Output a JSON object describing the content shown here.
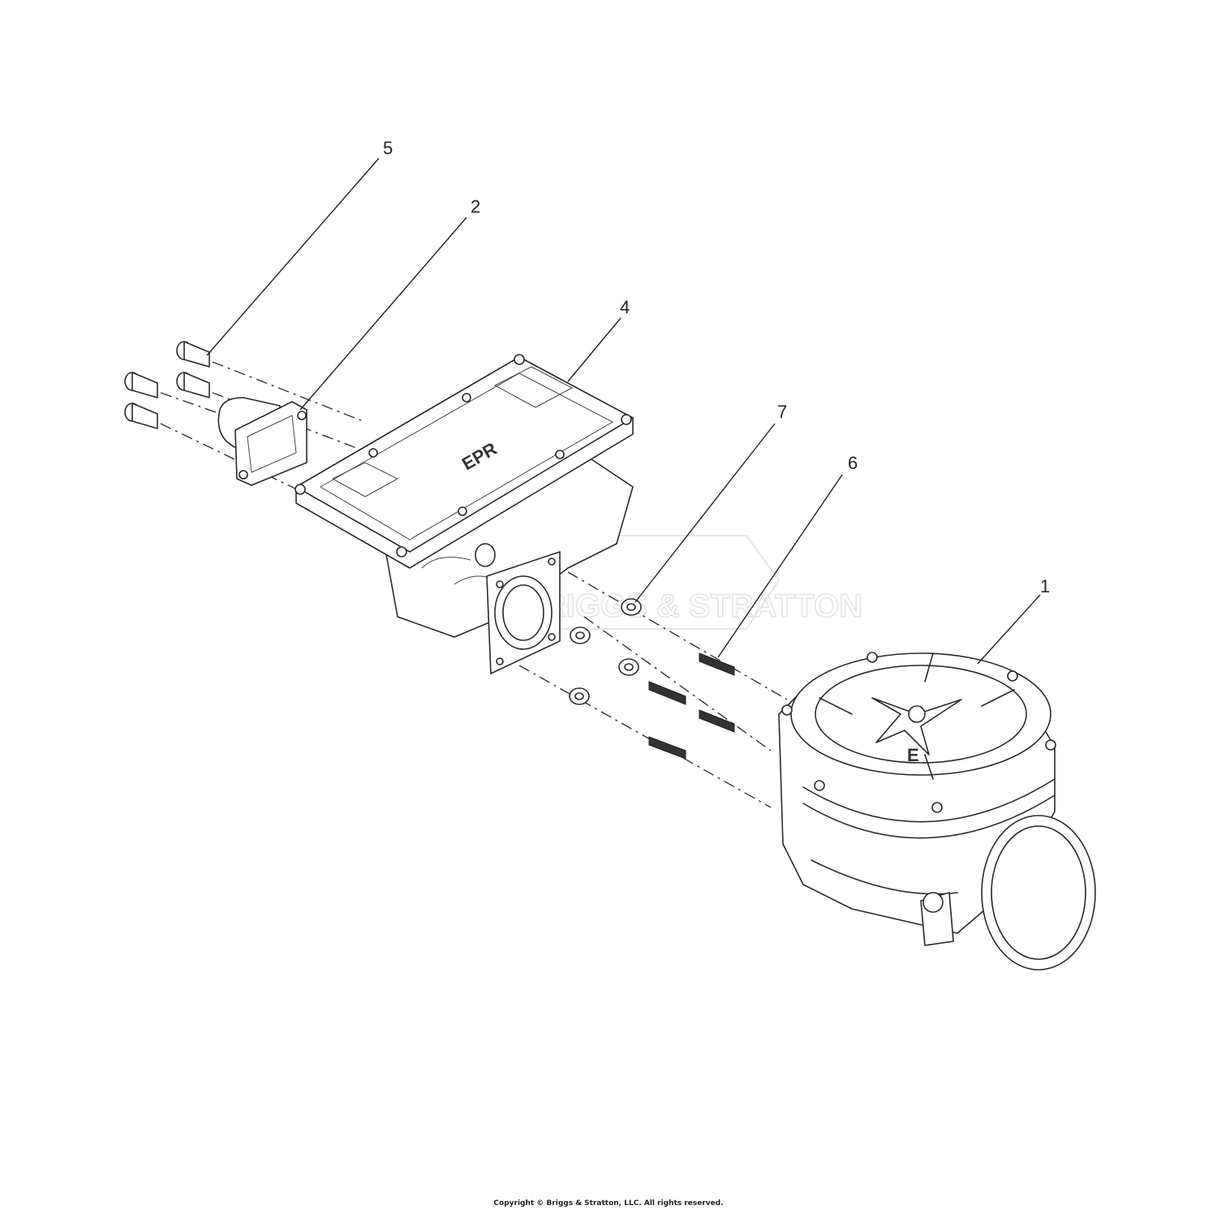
{
  "callouts": [
    {
      "id": "1",
      "label": "1",
      "part": "mixer-assembly"
    },
    {
      "id": "2",
      "label": "2",
      "part": "inlet-elbow"
    },
    {
      "id": "4",
      "label": "4",
      "part": "pressure-regulator"
    },
    {
      "id": "5",
      "label": "5",
      "part": "cap-screws"
    },
    {
      "id": "6",
      "label": "6",
      "part": "studs"
    },
    {
      "id": "7",
      "label": "7",
      "part": "nuts"
    }
  ],
  "regulator_logo": "EPR",
  "mixer_logo": "E",
  "watermark": "BRIGGS & STRATTON",
  "copyright": "Copyright © Briggs & Stratton, LLC. All rights reserved."
}
